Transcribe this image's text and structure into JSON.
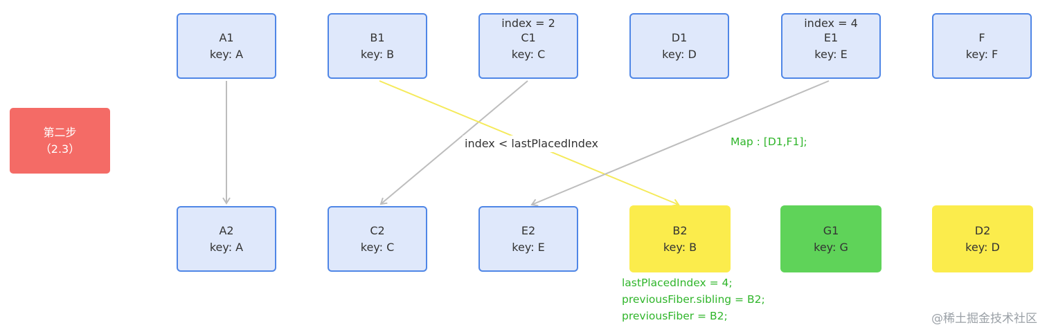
{
  "step": {
    "title": "第二步",
    "subtitle": "（2.3）"
  },
  "top_row": [
    {
      "name": "A1",
      "key": "key: A",
      "index": ""
    },
    {
      "name": "B1",
      "key": "key: B",
      "index": ""
    },
    {
      "name": "C1",
      "key": "key: C",
      "index": "index = 2"
    },
    {
      "name": "D1",
      "key": "key: D",
      "index": ""
    },
    {
      "name": "E1",
      "key": "key: E",
      "index": "index = 4"
    },
    {
      "name": "F",
      "key": "key: F",
      "index": ""
    }
  ],
  "bottom_row": [
    {
      "name": "A2",
      "key": "key: A"
    },
    {
      "name": "C2",
      "key": "key: C"
    },
    {
      "name": "E2",
      "key": "key: E"
    },
    {
      "name": "B2",
      "key": "key: B"
    },
    {
      "name": "G1",
      "key": "key: G"
    },
    {
      "name": "D2",
      "key": "key: D"
    }
  ],
  "annotations": {
    "comparison": "index < lastPlacedIndex",
    "map": "Map : [D1,F1];",
    "notes": [
      "lastPlacedIndex = 4;",
      "previousFiber.sibling = B2;",
      "previousFiber = B2;"
    ]
  },
  "watermark": "@稀土掘金技术社区",
  "colors": {
    "node_blue_fill": "#dfe8fb",
    "node_blue_border": "#4f86e6",
    "node_yellow": "#fbec4c",
    "node_green": "#5fd359",
    "step_red": "#f46b66",
    "edge_gray": "#bdbdbd",
    "edge_yellow": "#f5ea5a",
    "annotation_green": "#2fb52a"
  }
}
